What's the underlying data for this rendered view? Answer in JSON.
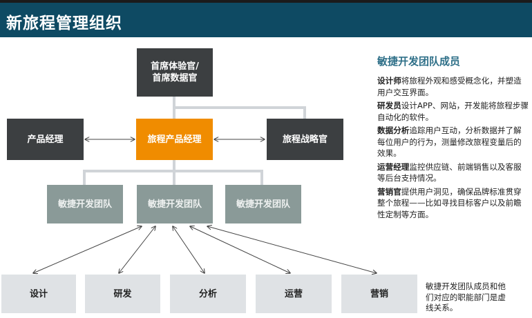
{
  "header": {
    "title": "新旅程管理组织"
  },
  "org": {
    "top": {
      "line1": "首席体验官/",
      "line2": "首席数据官"
    },
    "product_manager": "产品经理",
    "journey_product_manager": "旅程产品经理",
    "journey_strategist": "旅程战略官",
    "teams": [
      "敏捷开发团队",
      "敏捷开发团队",
      "敏捷开发团队"
    ],
    "functions": [
      "设计",
      "研发",
      "分析",
      "运营",
      "营销"
    ]
  },
  "panel": {
    "title": "敏捷开发团队成员",
    "items": [
      {
        "term": "设计师",
        "desc": "将旅程外观和感受概念化，并塑造用户交互界面。"
      },
      {
        "term": "研发员",
        "desc": "设计APP、网站，开发能将旅程步骤自动化的软件。"
      },
      {
        "term": "数据分析",
        "desc": "追踪用户互动，分析数据并了解每位用户的行为，测量修改旅程变量后的效果。"
      },
      {
        "term": "运营经理",
        "desc": "监控供应链、前端销售以及客服等后台支持情况。"
      },
      {
        "term": "营销官",
        "desc": "提供用户洞见，确保品牌标准贯穿整个旅程——比如寻找目标客户以及前瞻性定制等方面。"
      }
    ]
  },
  "note": {
    "line1": "敏捷开发团队成员和他",
    "line2": "们对应的职能部门是虚",
    "line3": "线关系。"
  },
  "colors": {
    "header": "#0e4a63",
    "accent": "#f08c00",
    "dark": "#3c3f41",
    "team": "#8a9a98",
    "function": "#dfe2e5",
    "connector": "#d0d4d8"
  }
}
